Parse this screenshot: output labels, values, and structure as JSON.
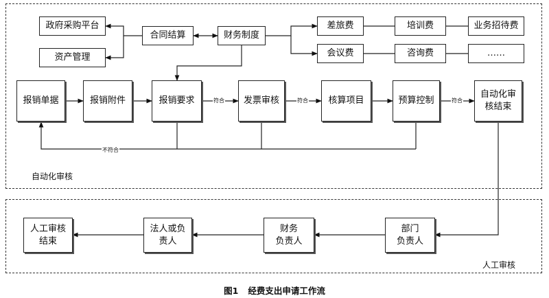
{
  "regions": {
    "auto_label": "自动化审核",
    "manual_label": "人工审核"
  },
  "nodes": {
    "gov_procurement": "政府采购平台",
    "asset_mgmt": "资产管理",
    "contract": "合同结算",
    "finance_rules": "财务制度",
    "travel": "差旅费",
    "training": "培训费",
    "hospitality": "业务招待费",
    "meeting": "会议费",
    "consulting": "咨询费",
    "more": "……",
    "receipt": "报销单据",
    "attachment": "报销附件",
    "requirement": "报销要求",
    "invoice": "发票审核",
    "accounting": "核算项目",
    "budget": "预算控制",
    "auto_end": "自动化审\n核结束",
    "dept": "部门\n负责人",
    "fin_head": "财务\n负责人",
    "legal": "法人或负\n责人",
    "manual_end": "人工审核\n结束"
  },
  "edges": {
    "match": "符合",
    "not_match": "不符合"
  },
  "caption": {
    "number": "图1",
    "title": "经费支出申请工作流"
  }
}
